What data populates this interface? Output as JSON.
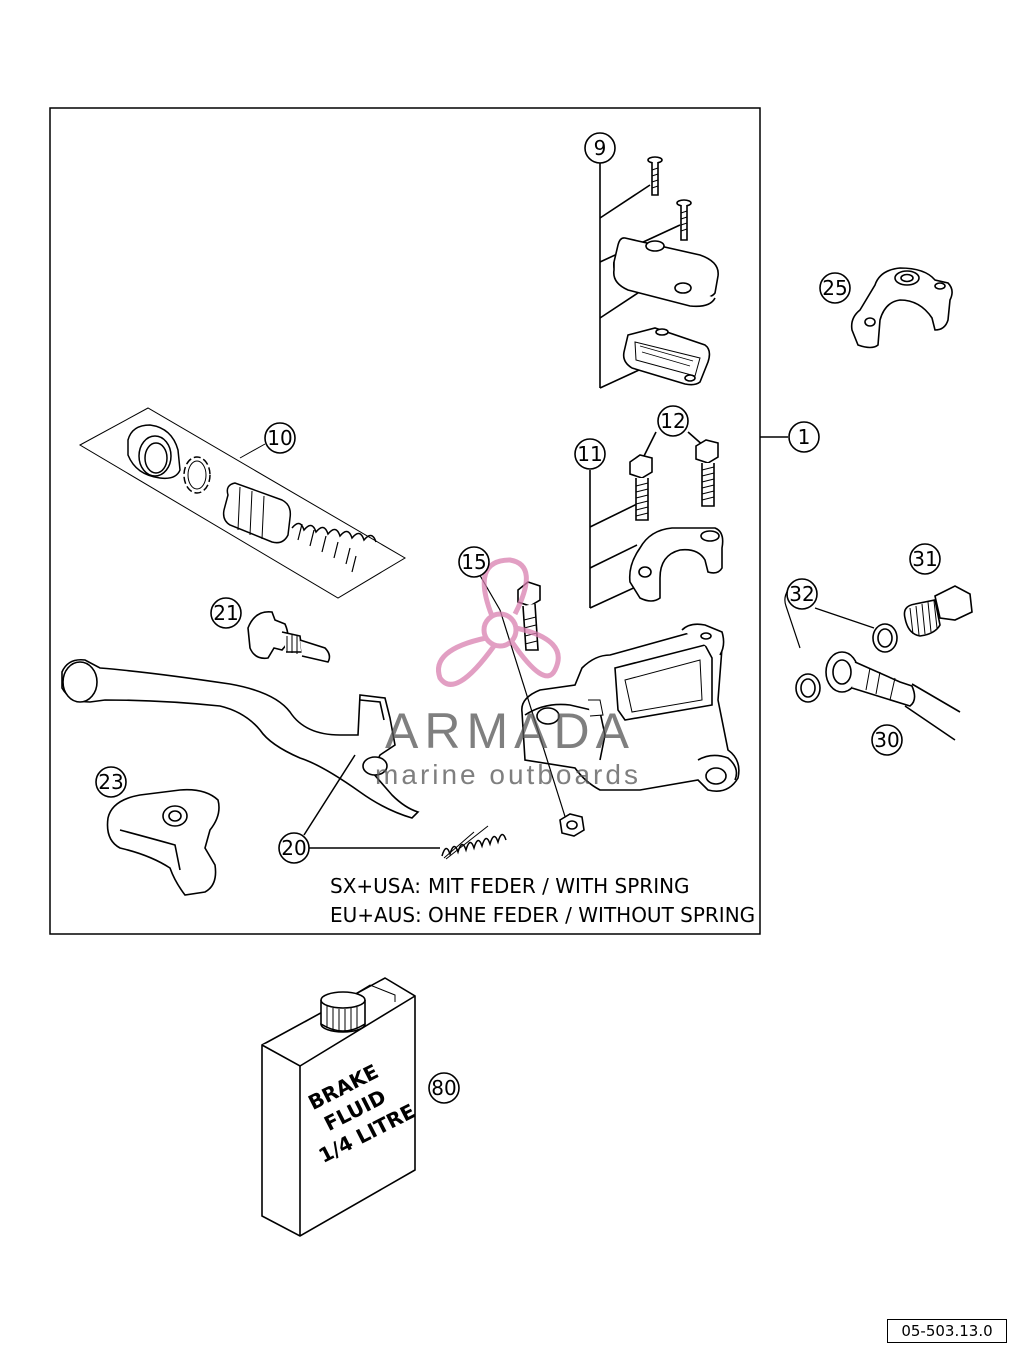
{
  "callouts": {
    "c1": "1",
    "c9": "9",
    "c10": "10",
    "c11": "11",
    "c12": "12",
    "c15": "15",
    "c20": "20",
    "c21": "21",
    "c23": "23",
    "c25": "25",
    "c30": "30",
    "c31": "31",
    "c32": "32",
    "c80": "80"
  },
  "notes": {
    "line1_label": "SX+USA:",
    "line1_text": "MIT FEDER / WITH SPRING",
    "line2_label": "EU+AUS:",
    "line2_text": "OHNE FEDER / WITHOUT SPRING"
  },
  "watermark": {
    "title": "ARMADA",
    "subtitle": "marine outboards",
    "color": "#d97fb0"
  },
  "brake_fluid_can": {
    "line1": "BRAKE",
    "line2": "FLUID",
    "line3": "1/4 LITRE"
  },
  "document_number": "05-503.13.0"
}
